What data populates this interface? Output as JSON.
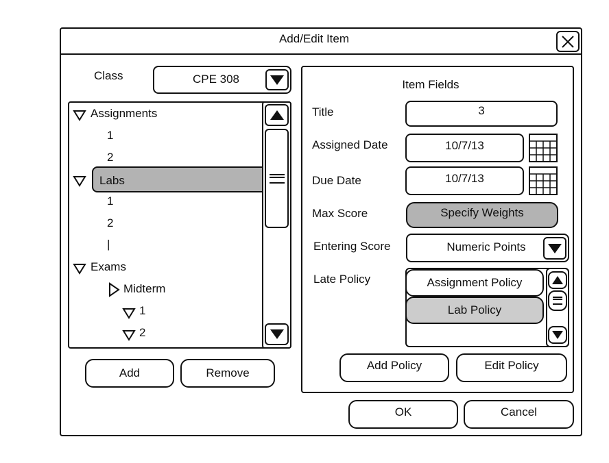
{
  "dialog": {
    "title": "Add/Edit Item"
  },
  "class_selector": {
    "label": "Class",
    "value": "CPE 308"
  },
  "tree": {
    "assignments": {
      "label": "Assignments",
      "children": [
        "1",
        "2"
      ]
    },
    "labs": {
      "label": "Labs",
      "children": [
        "1",
        "2",
        "|"
      ]
    },
    "exams": {
      "label": "Exams",
      "midterm": {
        "label": "Midterm",
        "children": [
          "1",
          "2"
        ]
      }
    }
  },
  "left_buttons": {
    "add": "Add",
    "remove": "Remove"
  },
  "item_fields": {
    "heading": "Item Fields",
    "title_label": "Title",
    "title_value": "3",
    "assigned_label": "Assigned Date",
    "assigned_value": "10/7/13",
    "due_label": "Due Date",
    "due_value": "10/7/13",
    "max_score_label": "Max Score",
    "max_score_button": "Specify Weights",
    "entering_label": "Entering Score",
    "entering_value": "Numeric Points",
    "late_label": "Late Policy",
    "late_policies": [
      "Assignment Policy",
      "Lab Policy"
    ]
  },
  "policy_buttons": {
    "add": "Add Policy",
    "edit": "Edit Policy"
  },
  "footer": {
    "ok": "OK",
    "cancel": "Cancel"
  },
  "colors": {
    "selected": "#b3b3b3",
    "button_gray": "#b3b3b3"
  }
}
